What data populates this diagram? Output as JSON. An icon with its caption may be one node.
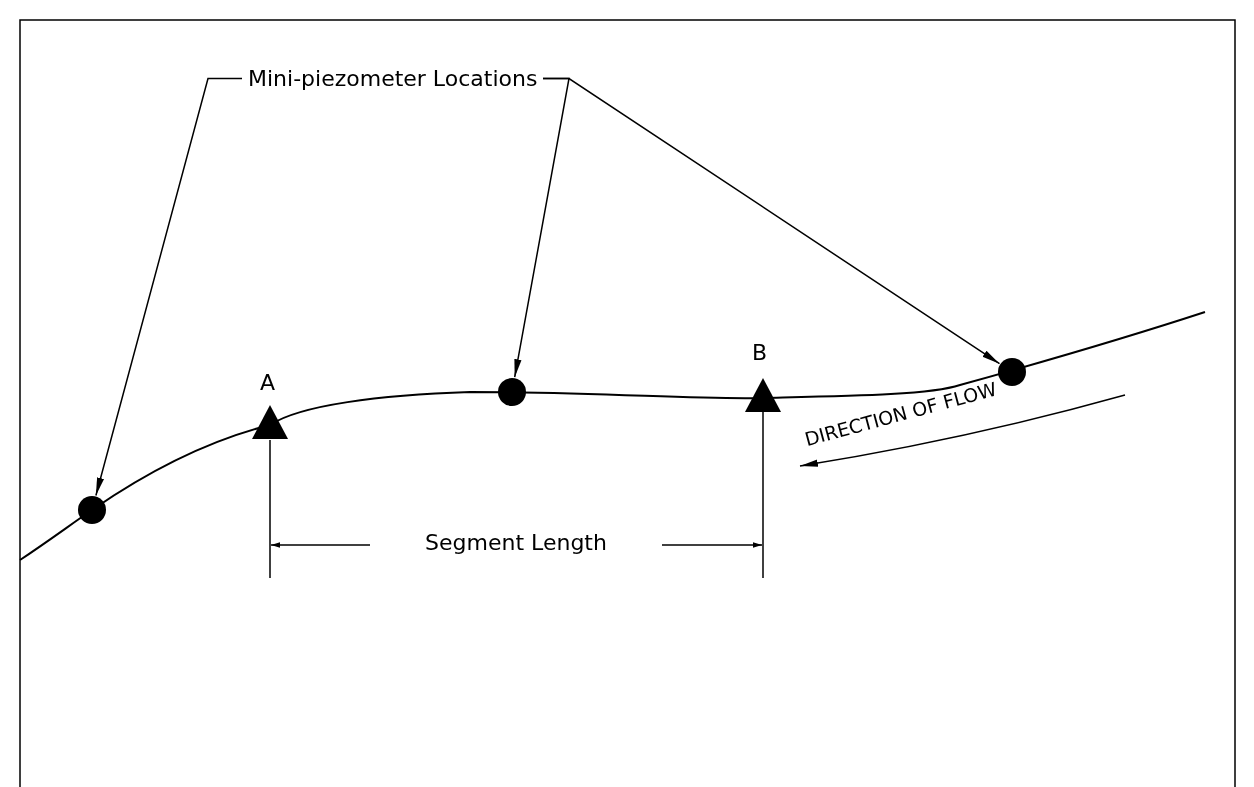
{
  "diagram": {
    "nodes": [
      {
        "text": [
          "Mini-piezometer Locations"
        ]
      },
      {
        "text": [],
        "shape": "circle"
      },
      {
        "text": [],
        "shape": "circle"
      },
      {
        "text": [],
        "shape": "circle"
      }
    ],
    "edges": [
      {
        "from": 0,
        "to": 1,
        "arrow": "to"
      },
      {
        "from": 0,
        "to": 2,
        "arrow": "to"
      },
      {
        "from": 0,
        "to": 3,
        "arrow": "to"
      }
    ],
    "labels": [
      "A",
      "B",
      "Segment Length",
      "DIRECTION OF FLOW"
    ]
  }
}
